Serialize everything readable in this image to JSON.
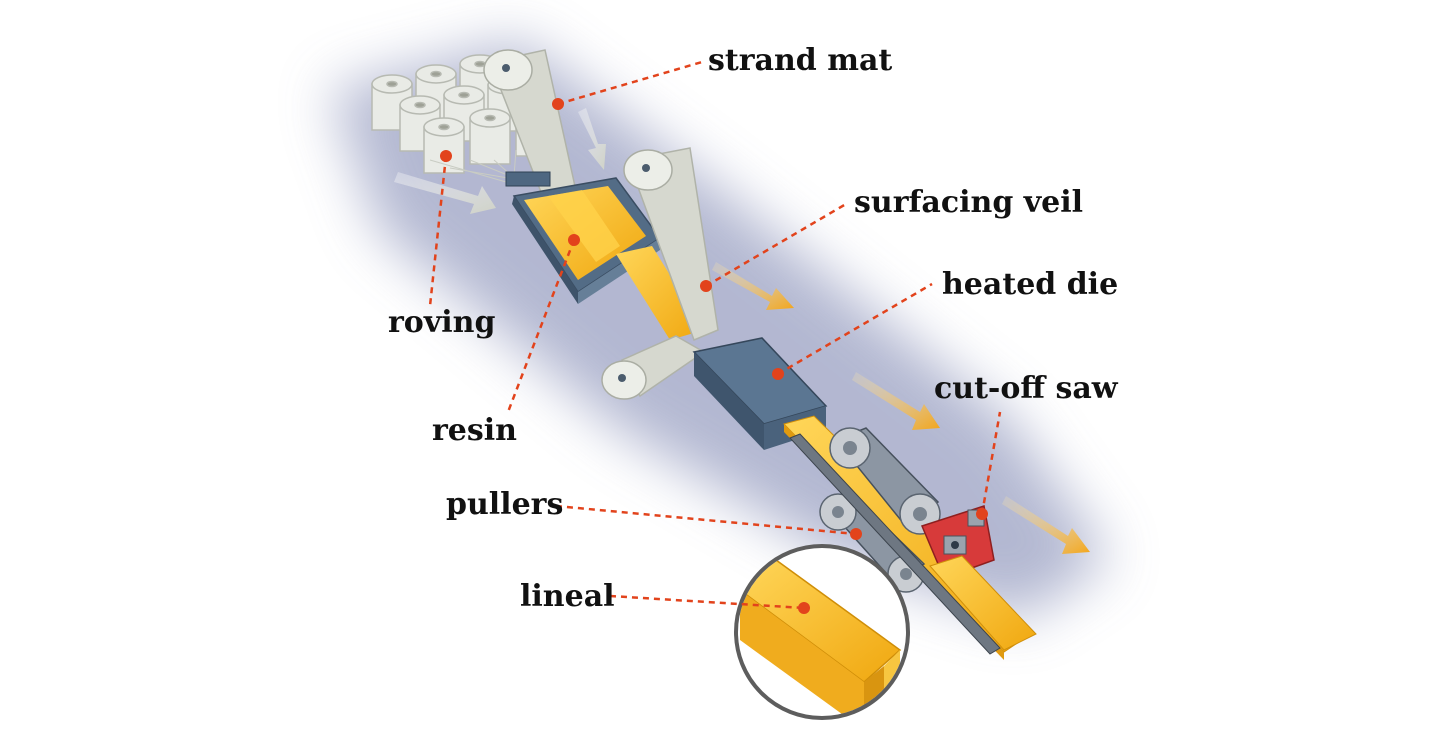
{
  "labels": {
    "strand_mat": "strand mat",
    "surfacing_veil": "surfacing veil",
    "heated_die": "heated die",
    "cut_off_saw": "cut-off saw",
    "roving": "roving",
    "resin": "resin",
    "pullers": "pullers",
    "lineal": "lineal"
  },
  "colors": {
    "leader": "#e2431c",
    "fiberglass_yellow": "#f5b720",
    "die_blue": "#4e6781",
    "saw_red": "#d73a3a",
    "veil_gray": "#d6d8cf",
    "flow_arrow": "#f2a51a",
    "shadow": "#8c93b8"
  }
}
